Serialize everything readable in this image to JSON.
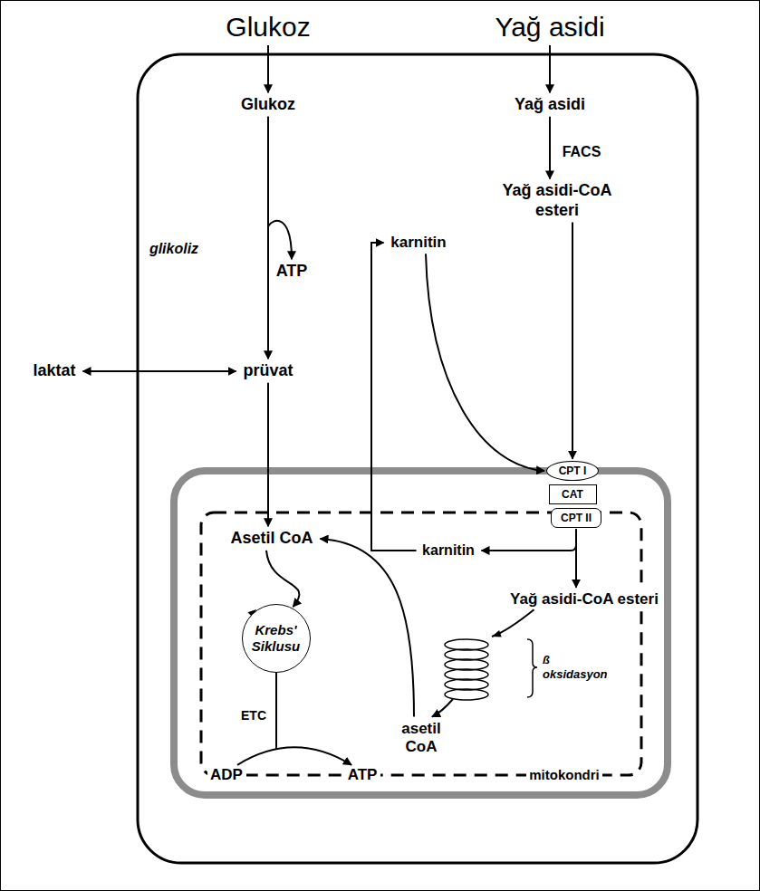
{
  "diagram": {
    "nodes": [
      {
        "text": [
          "Glukoz"
        ]
      },
      {
        "text": [
          "Yağ asidi"
        ]
      },
      {
        "text": [
          "Glukoz"
        ]
      },
      {
        "text": [
          "Yağ asidi"
        ]
      },
      {
        "text": [
          "Yağ asidi-CoA esteri"
        ]
      },
      {
        "text": [
          "karnitin"
        ]
      },
      {
        "text": [
          "ATP"
        ]
      },
      {
        "text": [
          "laktat"
        ]
      },
      {
        "text": [
          "prüvat"
        ]
      },
      {
        "text": [
          "mitokondri"
        ]
      },
      {
        "text": [
          "CPT I"
        ]
      },
      {
        "text": [
          "CAT"
        ]
      },
      {
        "text": [
          "CPT II"
        ]
      },
      {
        "text": [
          "Asetil CoA"
        ],
        "in": 9
      },
      {
        "text": [
          "karnitin"
        ],
        "in": 9
      },
      {
        "text": [
          "Yağ asidi-CoA esteri"
        ],
        "in": 9
      },
      {
        "text": [
          "Krebs' Siklusu"
        ],
        "in": 9
      },
      {
        "text": [
          "asetil CoA"
        ],
        "in": 9
      },
      {
        "text": [
          "ADP"
        ],
        "in": 9
      },
      {
        "text": [
          "ATP"
        ],
        "in": 9
      }
    ],
    "edges": [
      {
        "from": 0,
        "to": 2,
        "arrow": "to"
      },
      {
        "from": 1,
        "to": 3,
        "arrow": "to"
      },
      {
        "from": 2,
        "to": 8,
        "arrow": "to"
      },
      {
        "from": 2,
        "to": 6,
        "arrow": "to"
      },
      {
        "from": 7,
        "to": 8,
        "arrow": "both"
      },
      {
        "from": 3,
        "to": 4,
        "arrow": "to"
      },
      {
        "from": 4,
        "to": 10,
        "arrow": "to"
      },
      {
        "from": 5,
        "to": 10,
        "arrow": "to"
      },
      {
        "from": 8,
        "to": 13,
        "arrow": "to"
      },
      {
        "from": 12,
        "to": 15,
        "arrow": "to"
      },
      {
        "from": 12,
        "to": 14,
        "arrow": "to"
      },
      {
        "from": 14,
        "to": 5,
        "arrow": "to"
      },
      {
        "from": 15,
        "to": 17,
        "arrow": "to"
      },
      {
        "from": 17,
        "to": 13,
        "arrow": "to"
      },
      {
        "from": 13,
        "to": 16,
        "arrow": "to"
      },
      {
        "from": 18,
        "to": 19,
        "arrow": "to"
      }
    ],
    "labels": [
      "FACS",
      "glikoliz",
      "ß oksidasyon",
      "ETC"
    ]
  }
}
